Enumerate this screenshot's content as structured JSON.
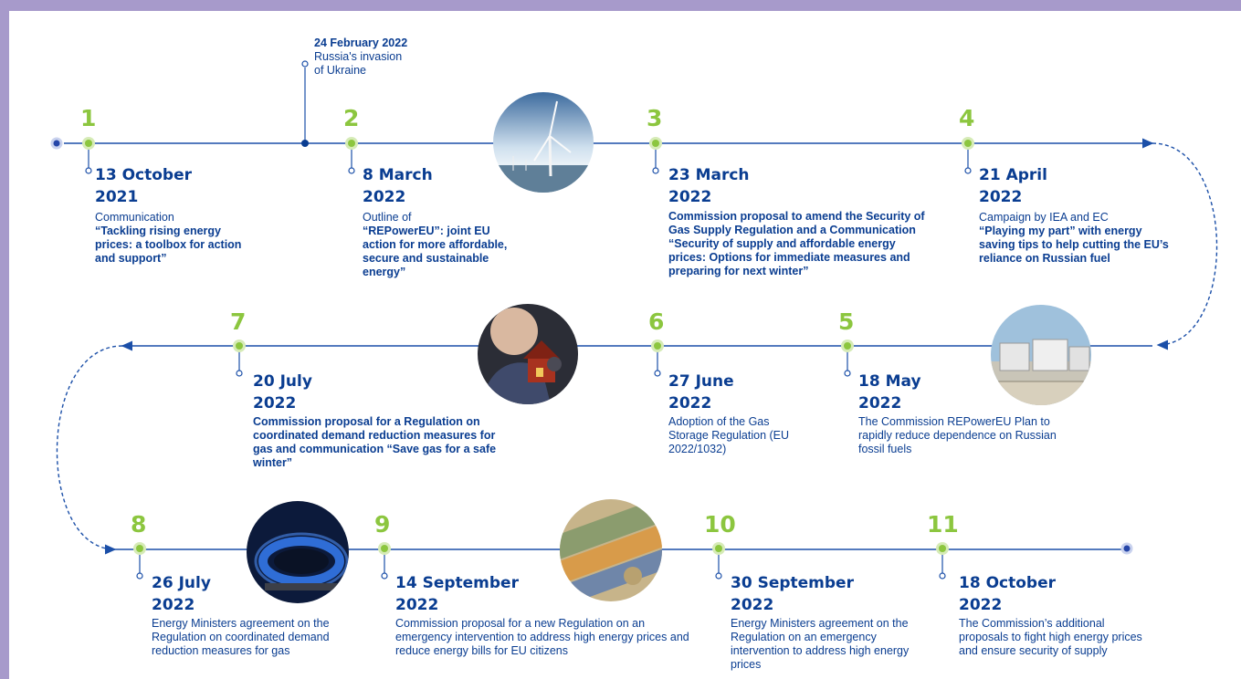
{
  "colors": {
    "frame": "#a79acb",
    "navy": "#0a3d91",
    "green": "#8cc63f",
    "line": "#1b4fa8"
  },
  "invasion": {
    "date": "24 February 2022",
    "line1": "Russia's invasion",
    "line2": "of Ukraine"
  },
  "events": [
    {
      "num": "1",
      "date": "13 October",
      "year": "2021",
      "intro": "Communication",
      "body": "“Tackling rising energy prices: a toolbox for action and support”"
    },
    {
      "num": "2",
      "date": "8 March",
      "year": "2022",
      "intro": "Outline of",
      "body": "“REPowerEU”: joint EU action for more affordable, secure and sustainable energy”"
    },
    {
      "num": "3",
      "date": "23 March",
      "year": "2022",
      "intro": "",
      "body": "Commission proposal to amend the Security of Gas Supply Regulation and a Communication “Security of supply and affordable energy prices: Options for immediate measures and preparing for next winter”"
    },
    {
      "num": "4",
      "date": "21 April",
      "year": "2022",
      "intro": "Campaign by IEA and EC",
      "body": "“Playing my part” with energy saving tips to help cutting the EU’s reliance on Russian fuel"
    },
    {
      "num": "5",
      "date": "18 May",
      "year": "2022",
      "intro": "",
      "body": "The Commission REPowerEU Plan to rapidly reduce dependence on Russian fossil fuels"
    },
    {
      "num": "6",
      "date": "27 June",
      "year": "2022",
      "intro": "",
      "body": "Adoption of the Gas Storage Regulation (EU 2022/1032)"
    },
    {
      "num": "7",
      "date": "20 July",
      "year": "2022",
      "intro": "",
      "body": "Commission proposal for a Regulation on coordinated demand reduction measures for gas and communication “Save gas for a safe winter”"
    },
    {
      "num": "8",
      "date": "26 July",
      "year": "2022",
      "intro": "",
      "body": "Energy Ministers agreement on the Regulation on coordinated demand reduction measures for gas"
    },
    {
      "num": "9",
      "date": "14 September",
      "year": "2022",
      "intro": "",
      "body": "Commission proposal for a new Regulation on an emergency intervention to address high energy prices and reduce energy bills for EU citizens"
    },
    {
      "num": "10",
      "date": "30 September",
      "year": "2022",
      "intro": "",
      "body": "Energy Ministers agreement on the Regulation on an emergency intervention to address high energy prices"
    },
    {
      "num": "11",
      "date": "18 October",
      "year": "2022",
      "intro": "",
      "body": "The Commission’s additional proposals to fight high energy prices and ensure security of supply"
    }
  ],
  "photos": [
    {
      "name": "wind-turbine-photo"
    },
    {
      "name": "child-house-photo"
    },
    {
      "name": "lng-terminal-photo"
    },
    {
      "name": "gas-burner-photo"
    },
    {
      "name": "banknotes-photo"
    }
  ]
}
